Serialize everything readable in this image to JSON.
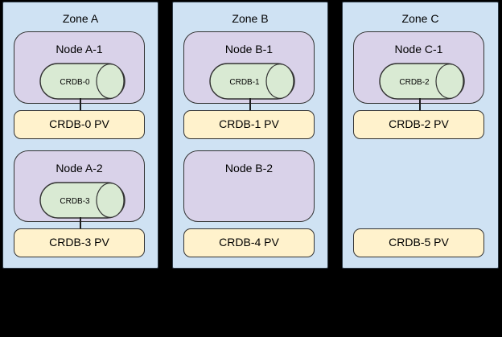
{
  "colors": {
    "background": "#000000",
    "zone_fill": "#cfe2f3",
    "zone_border": "#2e3b47",
    "node_fill": "#d9d2e9",
    "cylinder_fill": "#d9ead3",
    "pv_fill": "#fff2cc",
    "shape_border": "#333333",
    "text": "#000000"
  },
  "zones": [
    {
      "label": "Zone A",
      "nodes": [
        {
          "label": "Node A-1",
          "cylinder": "CRDB-0",
          "pv": "CRDB-0 PV"
        },
        {
          "label": "Node A-2",
          "cylinder": "CRDB-3",
          "pv": "CRDB-3 PV"
        }
      ]
    },
    {
      "label": "Zone B",
      "nodes": [
        {
          "label": "Node B-1",
          "cylinder": "CRDB-1",
          "pv": "CRDB-1 PV"
        },
        {
          "label": "Node B-2",
          "cylinder": null,
          "pv": "CRDB-4 PV"
        }
      ]
    },
    {
      "label": "Zone C",
      "nodes": [
        {
          "label": "Node C-1",
          "cylinder": "CRDB-2",
          "pv": "CRDB-2 PV"
        },
        {
          "label": null,
          "cylinder": null,
          "pv": "CRDB-5 PV"
        }
      ]
    }
  ]
}
